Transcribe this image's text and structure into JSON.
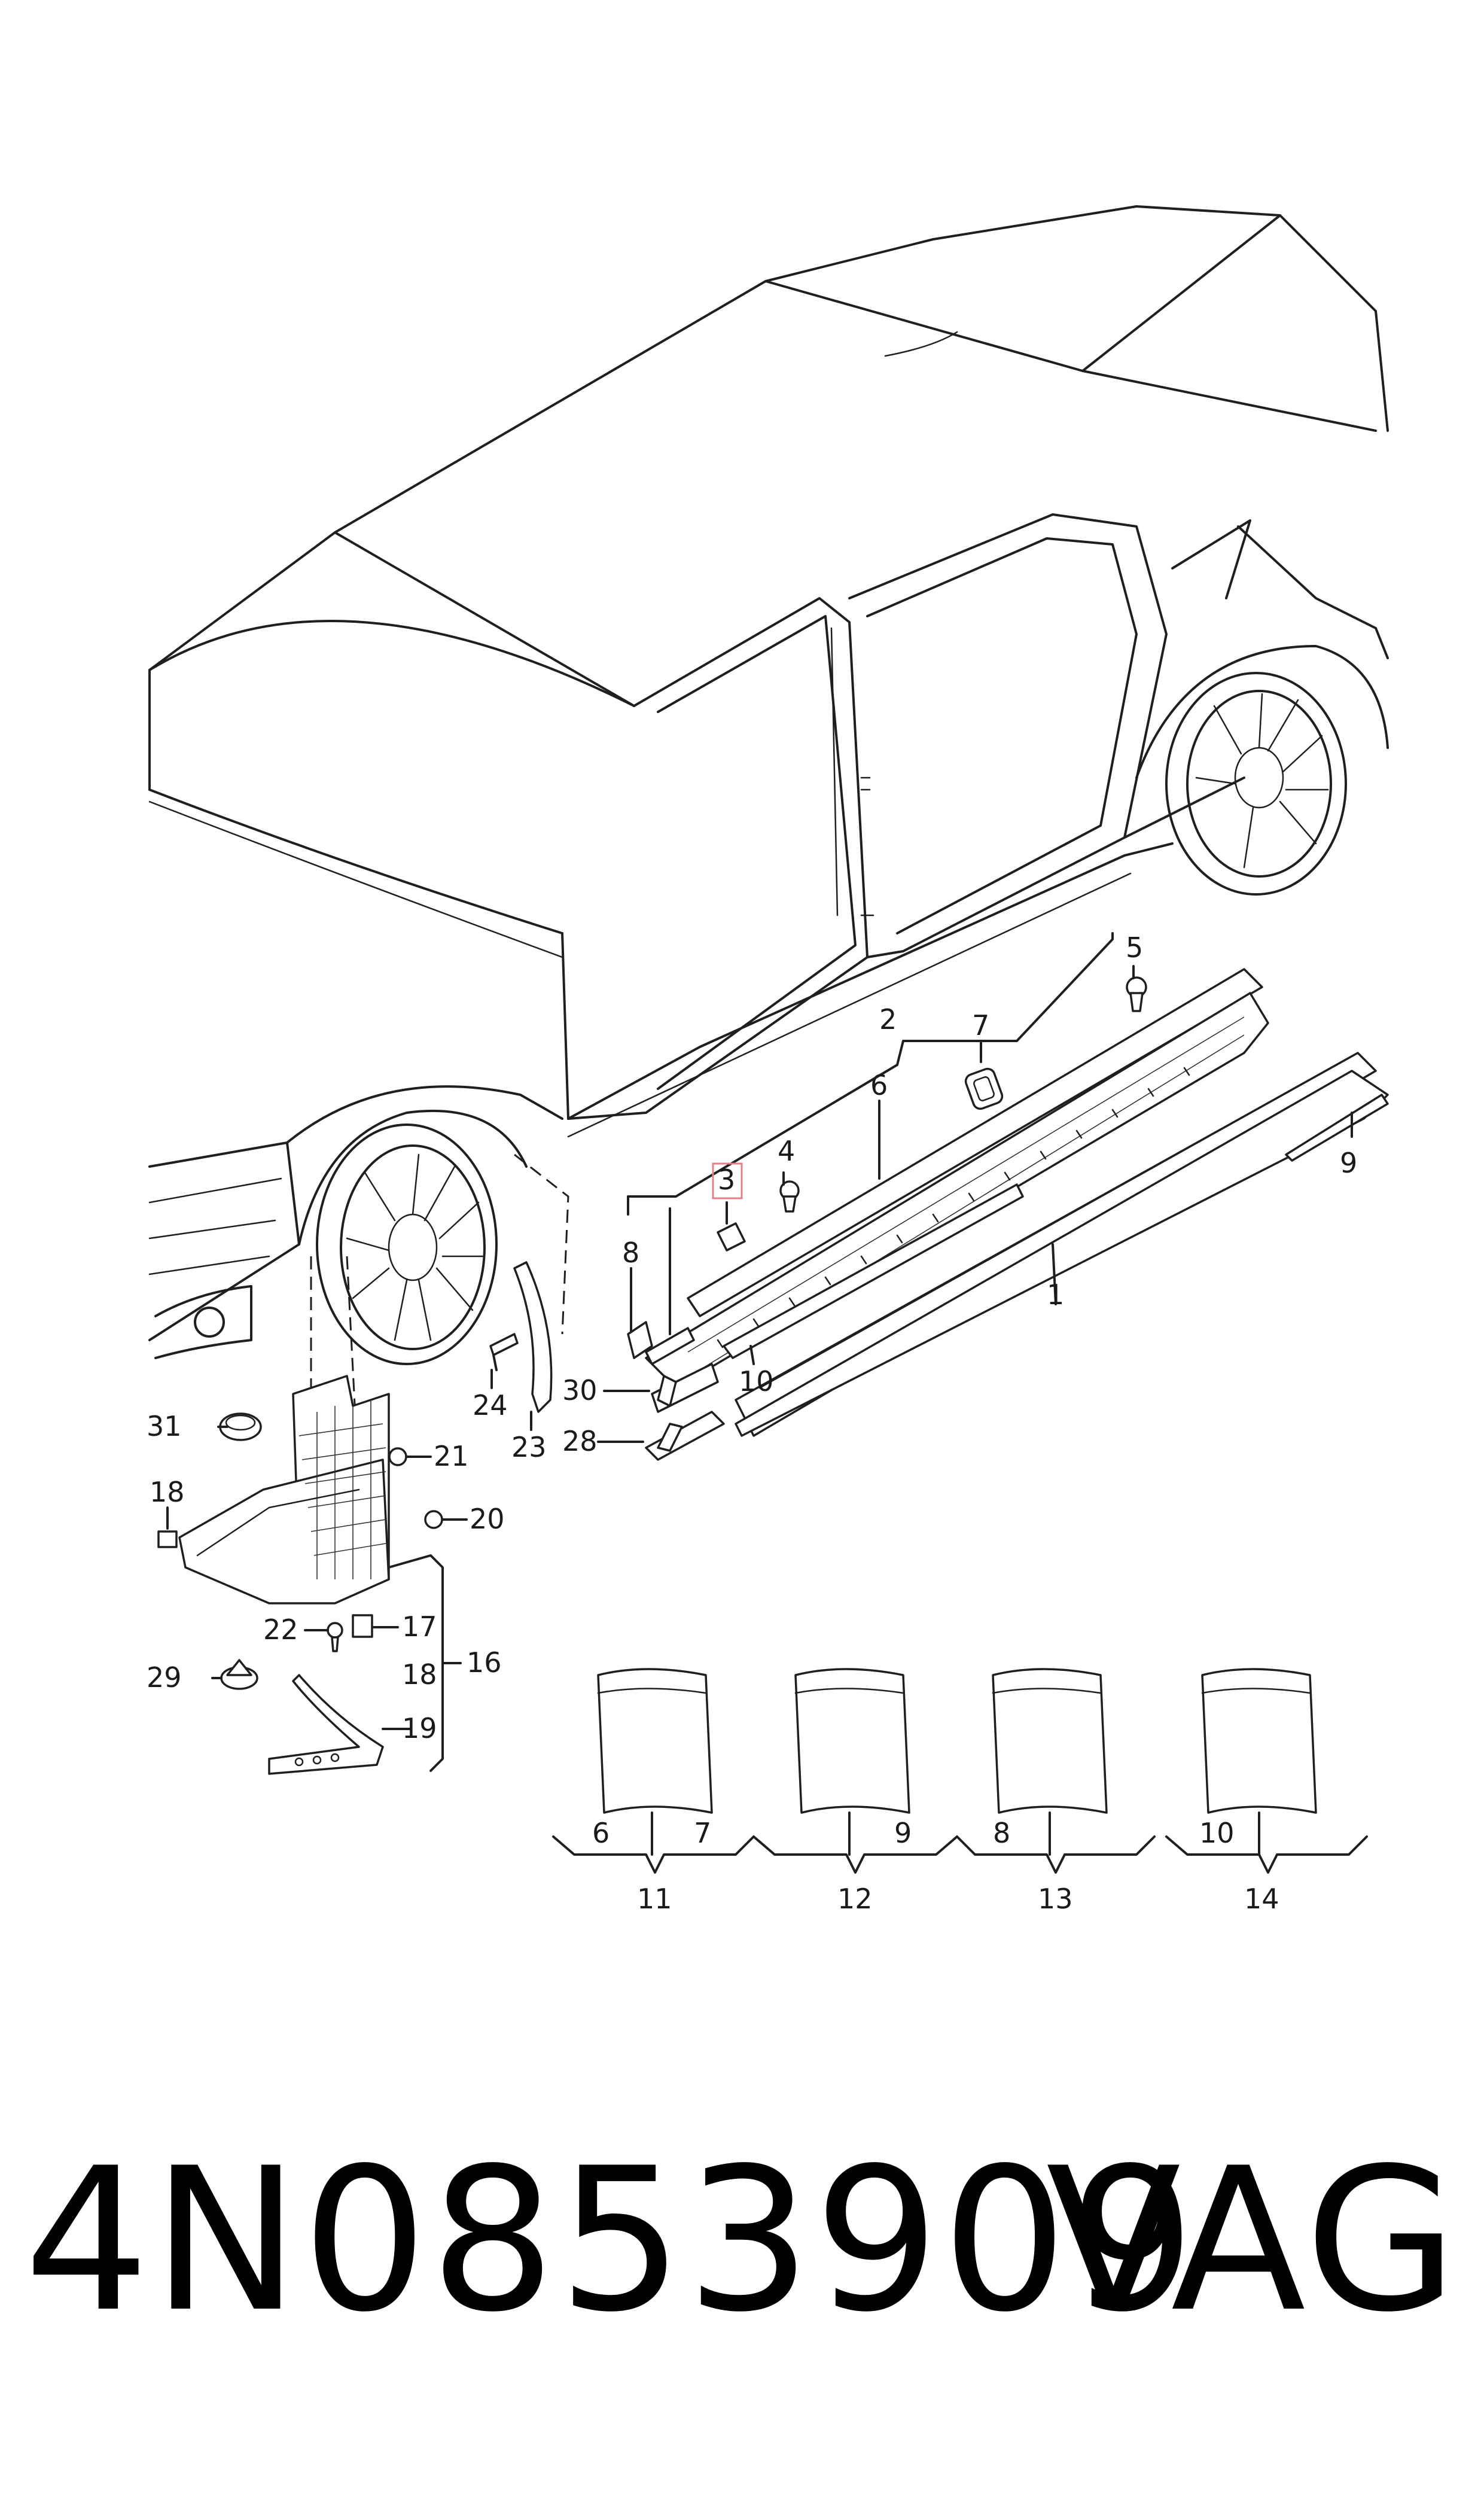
{
  "callouts": [
    {
      "id": "c1",
      "label": "1"
    },
    {
      "id": "c2",
      "label": "2"
    },
    {
      "id": "c3",
      "label": "3",
      "highlighted": true
    },
    {
      "id": "c4",
      "label": "4"
    },
    {
      "id": "c5",
      "label": "5"
    },
    {
      "id": "c6",
      "label": "6"
    },
    {
      "id": "c7",
      "label": "7"
    },
    {
      "id": "c8",
      "label": "8"
    },
    {
      "id": "c9",
      "label": "9"
    },
    {
      "id": "c10",
      "label": "10"
    },
    {
      "id": "c16",
      "label": "16"
    },
    {
      "id": "c17",
      "label": "17"
    },
    {
      "id": "c18a",
      "label": "18"
    },
    {
      "id": "c18b",
      "label": "18"
    },
    {
      "id": "c19",
      "label": "19"
    },
    {
      "id": "c20",
      "label": "20"
    },
    {
      "id": "c21",
      "label": "21"
    },
    {
      "id": "c22",
      "label": "22"
    },
    {
      "id": "c23",
      "label": "23"
    },
    {
      "id": "c24",
      "label": "24"
    },
    {
      "id": "c28",
      "label": "28"
    },
    {
      "id": "c29",
      "label": "29"
    },
    {
      "id": "c30",
      "label": "30"
    },
    {
      "id": "c31",
      "label": "31"
    }
  ],
  "kits": [
    {
      "id": "kit11",
      "label": "11",
      "contents": [
        "6",
        "7"
      ]
    },
    {
      "id": "kit12",
      "label": "12",
      "contents": [
        "9"
      ]
    },
    {
      "id": "kit13",
      "label": "13",
      "contents": [
        "8"
      ]
    },
    {
      "id": "kit14",
      "label": "14",
      "contents": [
        "10"
      ]
    }
  ],
  "highlight_color": "#e0808a",
  "part_number": "4N0853909",
  "brand": "VAG"
}
